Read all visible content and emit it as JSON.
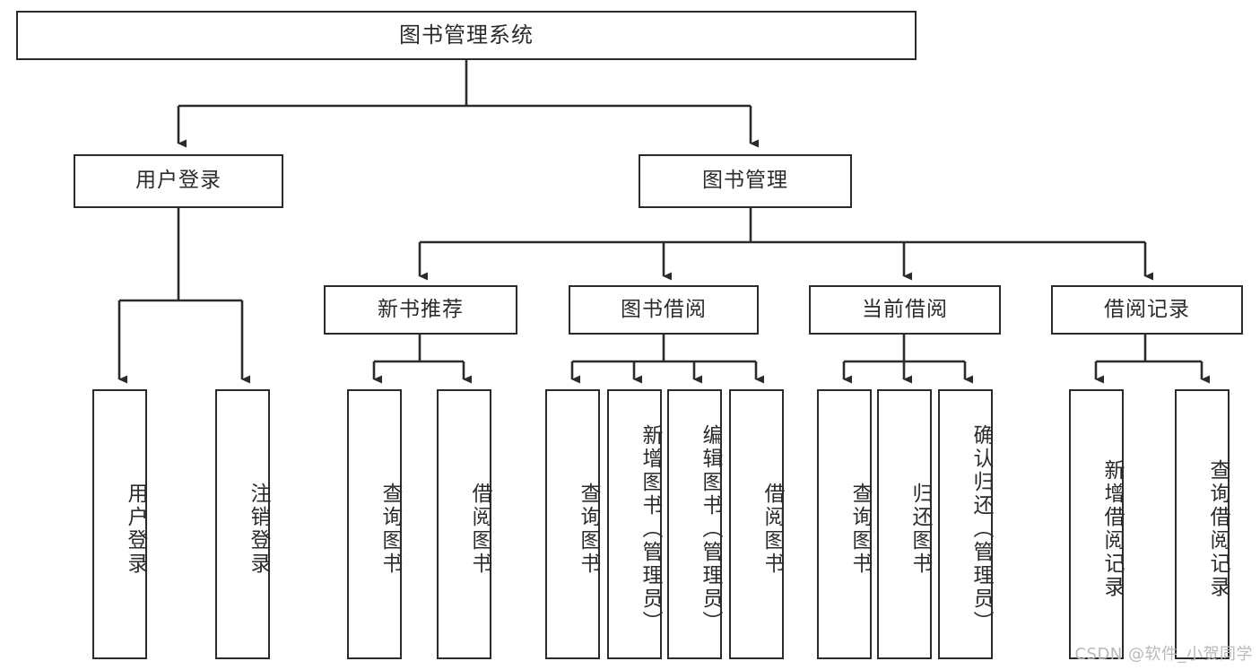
{
  "diagram": {
    "title": "图书管理系统",
    "type": "functional-structure-tree",
    "root": {
      "label": "图书管理系统"
    },
    "level2": [
      {
        "id": "user-login",
        "label": "用户登录"
      },
      {
        "id": "book-manage",
        "label": "图书管理"
      }
    ],
    "level3": [
      {
        "id": "new-book-recommend",
        "label": "新书推荐"
      },
      {
        "id": "book-borrow",
        "label": "图书借阅"
      },
      {
        "id": "current-borrow",
        "label": "当前借阅"
      },
      {
        "id": "borrow-record",
        "label": "借阅记录"
      }
    ],
    "leaves": {
      "user_login": [
        {
          "id": "leaf-user-login",
          "label": "用户登录"
        },
        {
          "id": "leaf-user-logout",
          "label": "注销登录"
        }
      ],
      "new_book_recommend": [
        {
          "id": "leaf-query-book-1",
          "label": "查询图书"
        },
        {
          "id": "leaf-borrow-book-1",
          "label": "借阅图书"
        }
      ],
      "book_borrow": [
        {
          "id": "leaf-query-book-2",
          "label": "查询图书"
        },
        {
          "id": "leaf-add-book",
          "label": "新增图书（管理员）"
        },
        {
          "id": "leaf-edit-book",
          "label": "编辑图书（管理员）"
        },
        {
          "id": "leaf-borrow-book-2",
          "label": "借阅图书"
        }
      ],
      "current_borrow": [
        {
          "id": "leaf-query-book-3",
          "label": "查询图书"
        },
        {
          "id": "leaf-return-book",
          "label": "归还图书"
        },
        {
          "id": "leaf-confirm-return",
          "label": "确认归还（管理员）"
        }
      ],
      "borrow_record": [
        {
          "id": "leaf-add-record",
          "label": "新增借阅记录"
        },
        {
          "id": "leaf-query-record",
          "label": "查询借阅记录"
        }
      ]
    }
  },
  "watermark": {
    "text": "CSDN @软件_小贺同学"
  },
  "colors": {
    "stroke": "#2b2b2b",
    "background": "#ffffff",
    "text": "#2b2b2b",
    "watermark": "#b9b9b9"
  }
}
